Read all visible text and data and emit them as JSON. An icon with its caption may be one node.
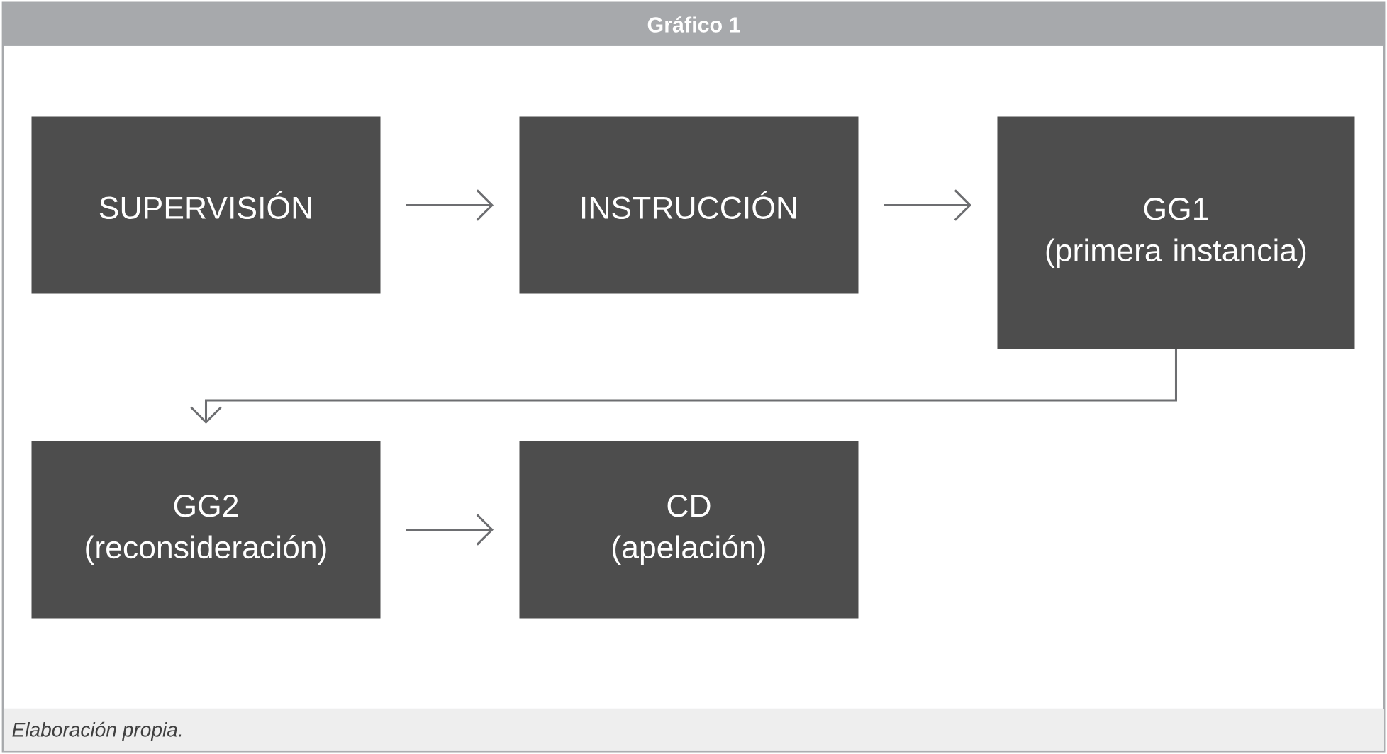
{
  "diagram": {
    "title": "Gráfico 1",
    "caption": "Elaboración propia.",
    "nodes": [
      {
        "text": [
          "SUPERVISIÓN"
        ]
      },
      {
        "text": [
          "INSTRUCCIÓN"
        ]
      },
      {
        "text": [
          "GG1",
          "(primera instancia)"
        ]
      },
      {
        "text": [
          "GG2",
          "(reconsideración)"
        ]
      },
      {
        "text": [
          "CD",
          "(apelación)"
        ]
      }
    ],
    "edges": [
      {
        "from": 0,
        "to": 1,
        "arrow": "to"
      },
      {
        "from": 1,
        "to": 2,
        "arrow": "to"
      },
      {
        "from": 2,
        "to": 3,
        "arrow": "to"
      },
      {
        "from": 3,
        "to": 4,
        "arrow": "to"
      }
    ]
  }
}
